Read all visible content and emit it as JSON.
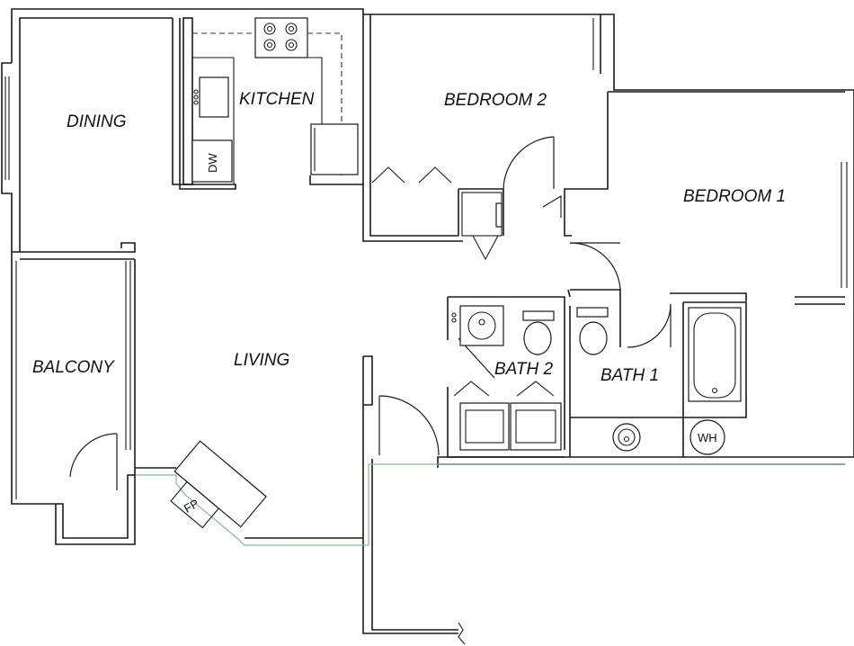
{
  "rooms": {
    "dining": "DINING",
    "kitchen": "KITCHEN",
    "bedroom2": "BEDROOM 2",
    "bedroom1": "BEDROOM 1",
    "balcony": "BALCONY",
    "living": "LIVING",
    "bath2": "BATH 2",
    "bath1": "BATH 1"
  },
  "fixtures": {
    "dishwasher": "DW",
    "water_heater": "WH",
    "fireplace": "FP"
  }
}
